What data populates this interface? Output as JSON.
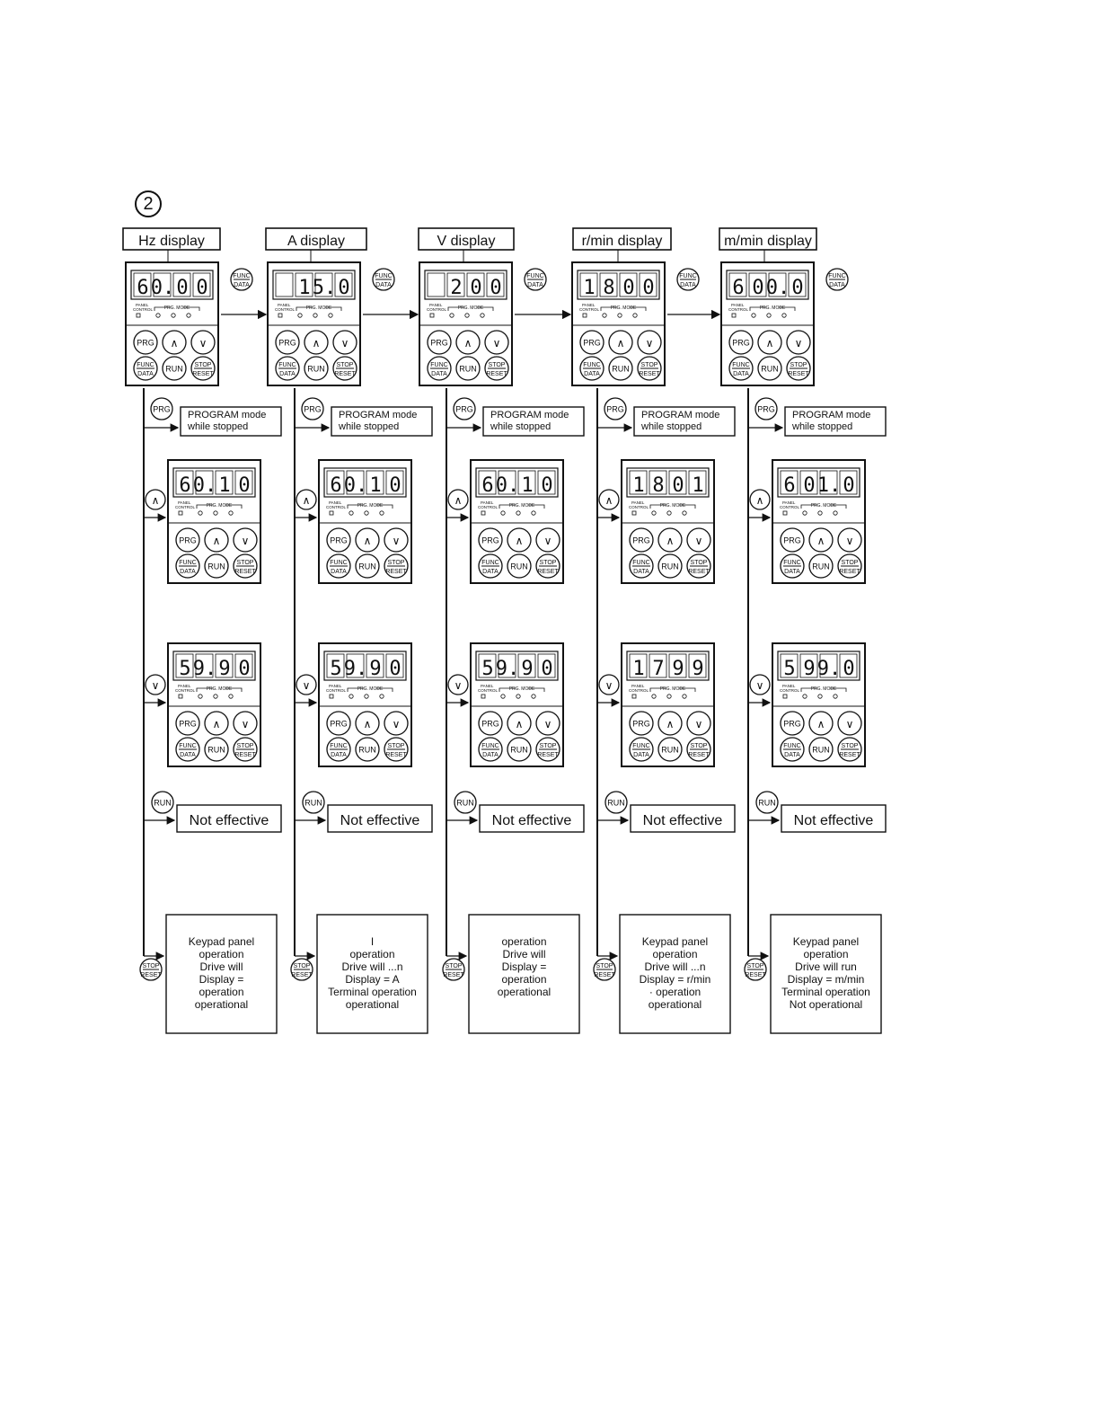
{
  "step_marker": "2",
  "keys": {
    "prg": "PRG",
    "up": "∧",
    "down": "∨",
    "func": "FUNC",
    "data": "DATA",
    "run": "RUN",
    "stop": "STOP",
    "reset": "RESET"
  },
  "panel": {
    "control_line1": "PANEL",
    "control_line2": "CONTROL",
    "prg_mode": "PRG. MODE"
  },
  "columns": [
    {
      "header": "Hz display",
      "initial": [
        "6",
        "0.",
        "0",
        "0"
      ],
      "program_mode": [
        "PROGRAM mode",
        "while stopped"
      ],
      "up": [
        "6",
        "0.",
        "1",
        "0"
      ],
      "down": [
        "5",
        "9.",
        "9",
        "0"
      ],
      "run_result": "Not effective",
      "stop_note": [
        "Keypad panel",
        "operation",
        "Drive will",
        "Display =",
        "operation",
        "operational"
      ]
    },
    {
      "header": "A display",
      "initial": [
        "",
        "1",
        "5.",
        "0"
      ],
      "program_mode": [
        "PROGRAM mode",
        "while stopped"
      ],
      "up": [
        "6",
        "0.",
        "1",
        "0"
      ],
      "down": [
        "5",
        "9.",
        "9",
        "0"
      ],
      "run_result": "Not effective",
      "stop_note": [
        "I",
        "operation",
        "Drive will ...n",
        "Display = A",
        "Terminal operation",
        "operational"
      ]
    },
    {
      "header": "V display",
      "initial": [
        "",
        "2",
        "0",
        "0"
      ],
      "program_mode": [
        "PROGRAM mode",
        "while stopped"
      ],
      "up": [
        "6",
        "0.",
        "1",
        "0"
      ],
      "down": [
        "5",
        "9.",
        "9",
        "0"
      ],
      "run_result": "Not effective",
      "stop_note": [
        "operation",
        "Drive will",
        "Display =",
        "operation",
        "operational"
      ]
    },
    {
      "header": "r/min display",
      "initial": [
        "1",
        "8",
        "0",
        "0"
      ],
      "program_mode": [
        "PROGRAM mode",
        "while stopped"
      ],
      "up": [
        "1",
        "8",
        "0",
        "1"
      ],
      "down": [
        "1",
        "7",
        "9",
        "9"
      ],
      "run_result": "Not effective",
      "stop_note": [
        "Keypad panel",
        "operation",
        "Drive will ...n",
        "Display = r/min",
        "· operation",
        "operational"
      ]
    },
    {
      "header": "m/min display",
      "initial": [
        "6",
        "0",
        "0.",
        "0"
      ],
      "program_mode": [
        "PROGRAM mode",
        "while stopped"
      ],
      "up": [
        "6",
        "0",
        "1.",
        "0"
      ],
      "down": [
        "5",
        "9",
        "9.",
        "0"
      ],
      "run_result": "Not effective",
      "stop_note": [
        "Keypad panel",
        "operation",
        "Drive will run",
        "Display = m/min",
        "Terminal operation",
        "Not operational"
      ]
    }
  ]
}
